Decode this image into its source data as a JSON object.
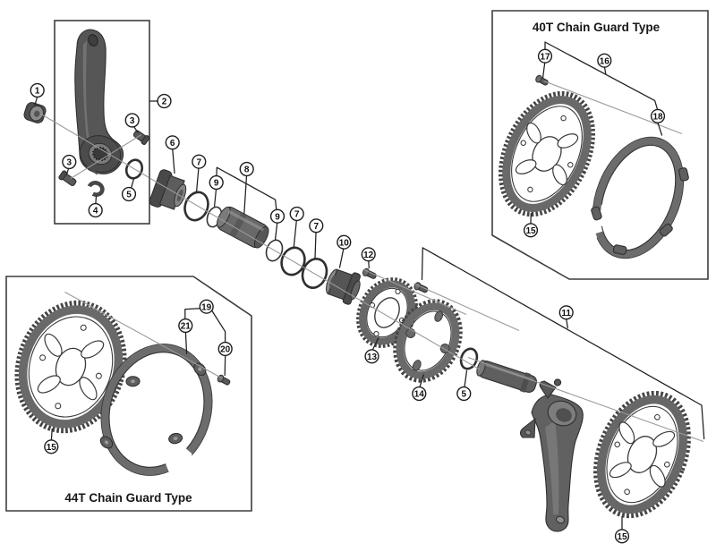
{
  "diagram": {
    "kind": "exploded parts diagram",
    "subject": "bicycle crankset front chainwheel assembly",
    "colors": {
      "background": "#ffffff",
      "leader_line": "#1f1f1f",
      "axis_line": "#9a9a9a",
      "box_border": "#3d3d3d",
      "part_dark": "#4a4a4a",
      "part_mid": "#616161",
      "part_light": "#8a8a8a"
    }
  },
  "boxes": {
    "guard40": {
      "title": "40T Chain Guard Type"
    },
    "guard44": {
      "title": "44T Chain Guard Type"
    }
  },
  "callouts": [
    {
      "label": "1"
    },
    {
      "label": "2"
    },
    {
      "label": "3"
    },
    {
      "label": "3"
    },
    {
      "label": "4"
    },
    {
      "label": "5"
    },
    {
      "label": "6"
    },
    {
      "label": "7"
    },
    {
      "label": "9"
    },
    {
      "label": "8"
    },
    {
      "label": "9"
    },
    {
      "label": "7"
    },
    {
      "label": "7"
    },
    {
      "label": "10"
    },
    {
      "label": "12"
    },
    {
      "label": "13"
    },
    {
      "label": "14"
    },
    {
      "label": "5"
    },
    {
      "label": "11"
    },
    {
      "label": "15"
    },
    {
      "label": "17"
    },
    {
      "label": "16"
    },
    {
      "label": "18"
    },
    {
      "label": "15"
    },
    {
      "label": "19"
    },
    {
      "label": "21"
    },
    {
      "label": "20"
    },
    {
      "label": "15"
    }
  ]
}
